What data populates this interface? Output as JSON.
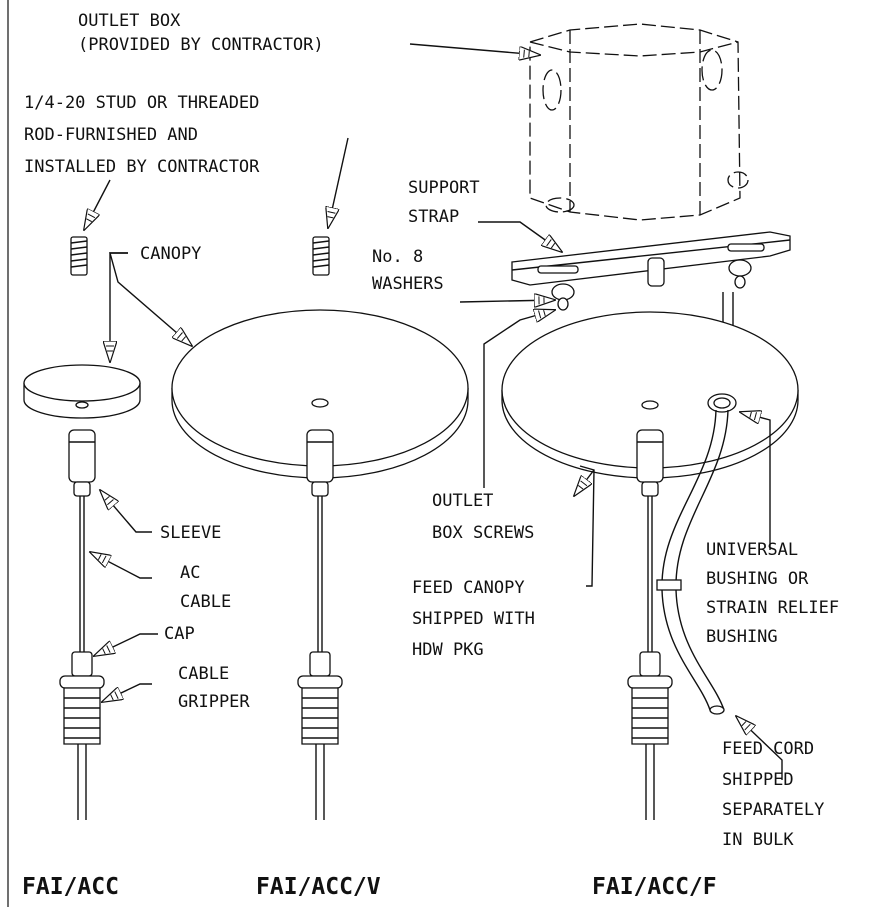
{
  "labels": {
    "outlet_box": [
      "OUTLET BOX",
      "(PROVIDED BY CONTRACTOR)"
    ],
    "stud": [
      "1/4-20 STUD OR THREADED",
      "ROD-FURNISHED AND",
      "INSTALLED BY CONTRACTOR"
    ],
    "support_strap": [
      "SUPPORT",
      "STRAP"
    ],
    "canopy": "CANOPY",
    "washers": [
      "No. 8",
      "WASHERS"
    ],
    "sleeve": "SLEEVE",
    "ac_cable": [
      "AC",
      "CABLE"
    ],
    "cap": "CAP",
    "cable_gripper": [
      "CABLE",
      "GRIPPER"
    ],
    "outlet_box_screws": [
      "OUTLET",
      "BOX SCREWS"
    ],
    "feed_canopy": [
      "FEED CANOPY",
      "SHIPPED WITH",
      "HDW PKG"
    ],
    "universal_bushing": [
      "UNIVERSAL",
      "BUSHING OR",
      "STRAIN RELIEF",
      "BUSHING"
    ],
    "feed_cord": [
      "FEED CORD",
      "SHIPPED",
      "SEPARATELY",
      "IN BULK"
    ]
  },
  "titles": {
    "left": "FAI/ACC",
    "middle": "FAI/ACC/V",
    "right": "FAI/ACC/F"
  }
}
